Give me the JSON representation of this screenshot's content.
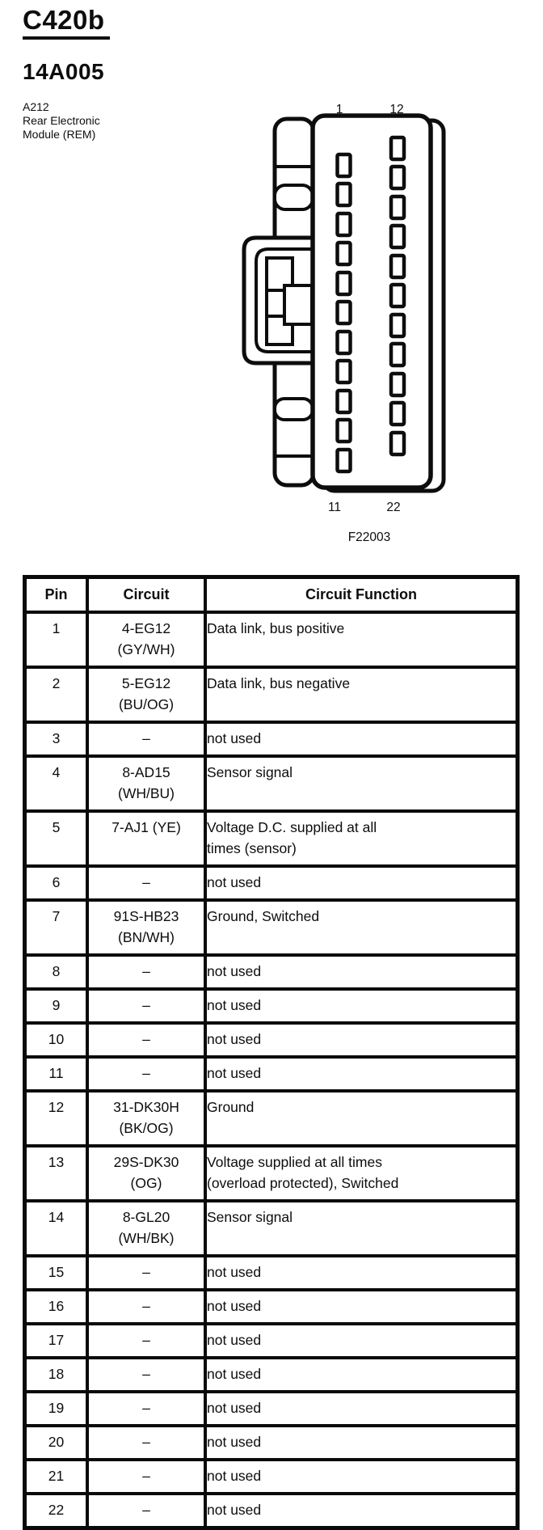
{
  "header": {
    "connector_id": "C420b",
    "part_code": "14A005",
    "component_lines": [
      "A212",
      "Rear Electronic",
      "Module (REM)"
    ]
  },
  "diagram": {
    "figure_ref": "F22003",
    "pin_label_top_left": "1",
    "pin_label_top_right": "12",
    "pin_label_bottom_left": "11",
    "pin_label_bottom_right": "22"
  },
  "table": {
    "headers": [
      "Pin",
      "Circuit",
      "Circuit Function"
    ],
    "rows": [
      {
        "pin": "1",
        "circuit": "4-EG12\n(GY/WH)",
        "function": "Data link, bus positive"
      },
      {
        "pin": "2",
        "circuit": "5-EG12\n(BU/OG)",
        "function": "Data link, bus negative"
      },
      {
        "pin": "3",
        "circuit": "–",
        "function": "not used"
      },
      {
        "pin": "4",
        "circuit": "8-AD15\n(WH/BU)",
        "function": "Sensor signal"
      },
      {
        "pin": "5",
        "circuit": "7-AJ1 (YE)",
        "function": "Voltage D.C. supplied at all\ntimes (sensor)"
      },
      {
        "pin": "6",
        "circuit": "–",
        "function": "not used"
      },
      {
        "pin": "7",
        "circuit": "91S-HB23\n(BN/WH)",
        "function": "Ground, Switched"
      },
      {
        "pin": "8",
        "circuit": "–",
        "function": "not used"
      },
      {
        "pin": "9",
        "circuit": "–",
        "function": "not used"
      },
      {
        "pin": "10",
        "circuit": "–",
        "function": "not used"
      },
      {
        "pin": "11",
        "circuit": "–",
        "function": "not used"
      },
      {
        "pin": "12",
        "circuit": "31-DK30H\n(BK/OG)",
        "function": "Ground"
      },
      {
        "pin": "13",
        "circuit": "29S-DK30\n(OG)",
        "function": "Voltage supplied at all times\n(overload protected), Switched"
      },
      {
        "pin": "14",
        "circuit": "8-GL20\n(WH/BK)",
        "function": "Sensor signal"
      },
      {
        "pin": "15",
        "circuit": "–",
        "function": "not used"
      },
      {
        "pin": "16",
        "circuit": "–",
        "function": "not used"
      },
      {
        "pin": "17",
        "circuit": "–",
        "function": "not used"
      },
      {
        "pin": "18",
        "circuit": "–",
        "function": "not used"
      },
      {
        "pin": "19",
        "circuit": "–",
        "function": "not used"
      },
      {
        "pin": "20",
        "circuit": "–",
        "function": "not used"
      },
      {
        "pin": "21",
        "circuit": "–",
        "function": "not used"
      },
      {
        "pin": "22",
        "circuit": "–",
        "function": "not used"
      }
    ]
  }
}
